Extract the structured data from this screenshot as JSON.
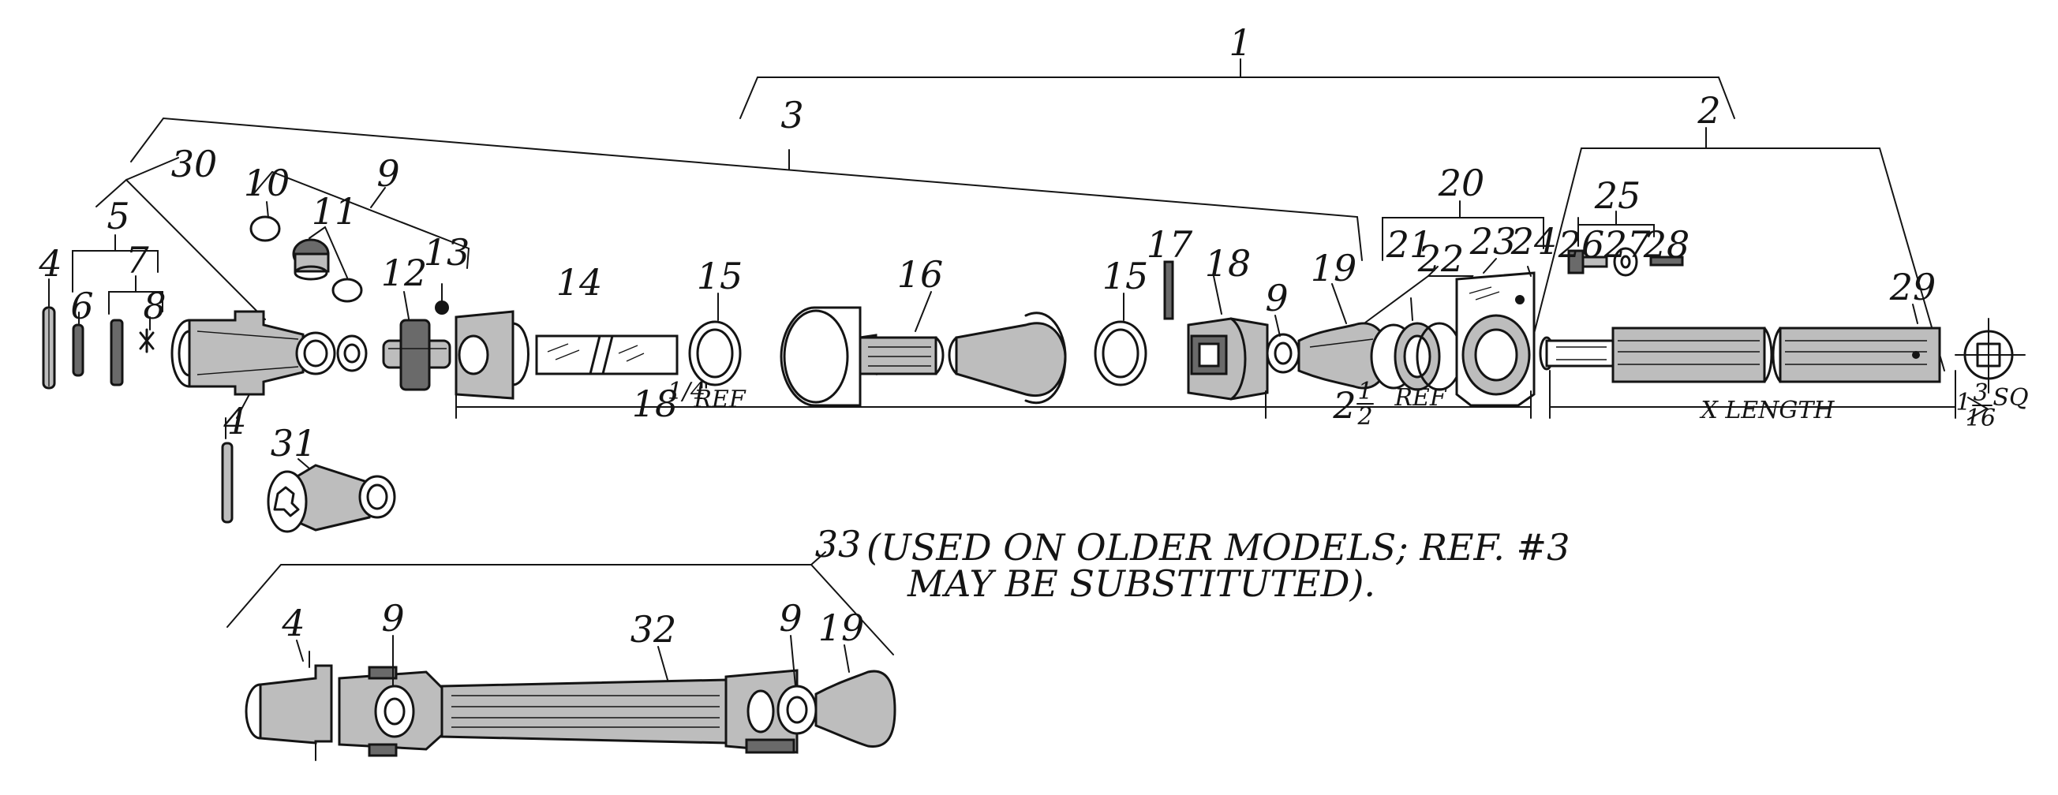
{
  "callouts": {
    "c1": "1",
    "c2": "2",
    "c3": "3",
    "c4a": "4",
    "c4b": "4",
    "c4c": "4",
    "c5": "5",
    "c6": "6",
    "c7": "7",
    "c8": "8",
    "c9a": "9",
    "c9b": "9",
    "c9c": "9",
    "c9d": "9",
    "c10": "10",
    "c11": "11",
    "c12": "12",
    "c13": "13",
    "c14": "14",
    "c15a": "15",
    "c15b": "15",
    "c16": "16",
    "c17": "17",
    "c18": "18",
    "c19a": "19",
    "c19b": "19",
    "c20": "20",
    "c21": "21",
    "c22": "22",
    "c23": "23",
    "c24": "24",
    "c25": "25",
    "c26": "26",
    "c27": "27",
    "c28": "28",
    "c29": "29",
    "c30": "30",
    "c31": "31",
    "c32": "32",
    "c33": "33"
  },
  "dimensions": {
    "d1_whole": "18",
    "d1_frac": "1/4",
    "d1_unit": "\"",
    "d1_ref": "REF",
    "d2_whole": "2",
    "d2_num": "1",
    "d2_den": "2",
    "d2_ref": "REF",
    "d3": "X LENGTH",
    "d4_whole": "1",
    "d4_num": "3",
    "d4_den": "16",
    "d4_sq": "SQ"
  },
  "note": {
    "line1": "(USED ON OLDER MODELS; REF. #3",
    "line2": "MAY BE SUBSTITUTED)."
  },
  "colors": {
    "ink": "#141414",
    "paper": "#ffffff"
  }
}
